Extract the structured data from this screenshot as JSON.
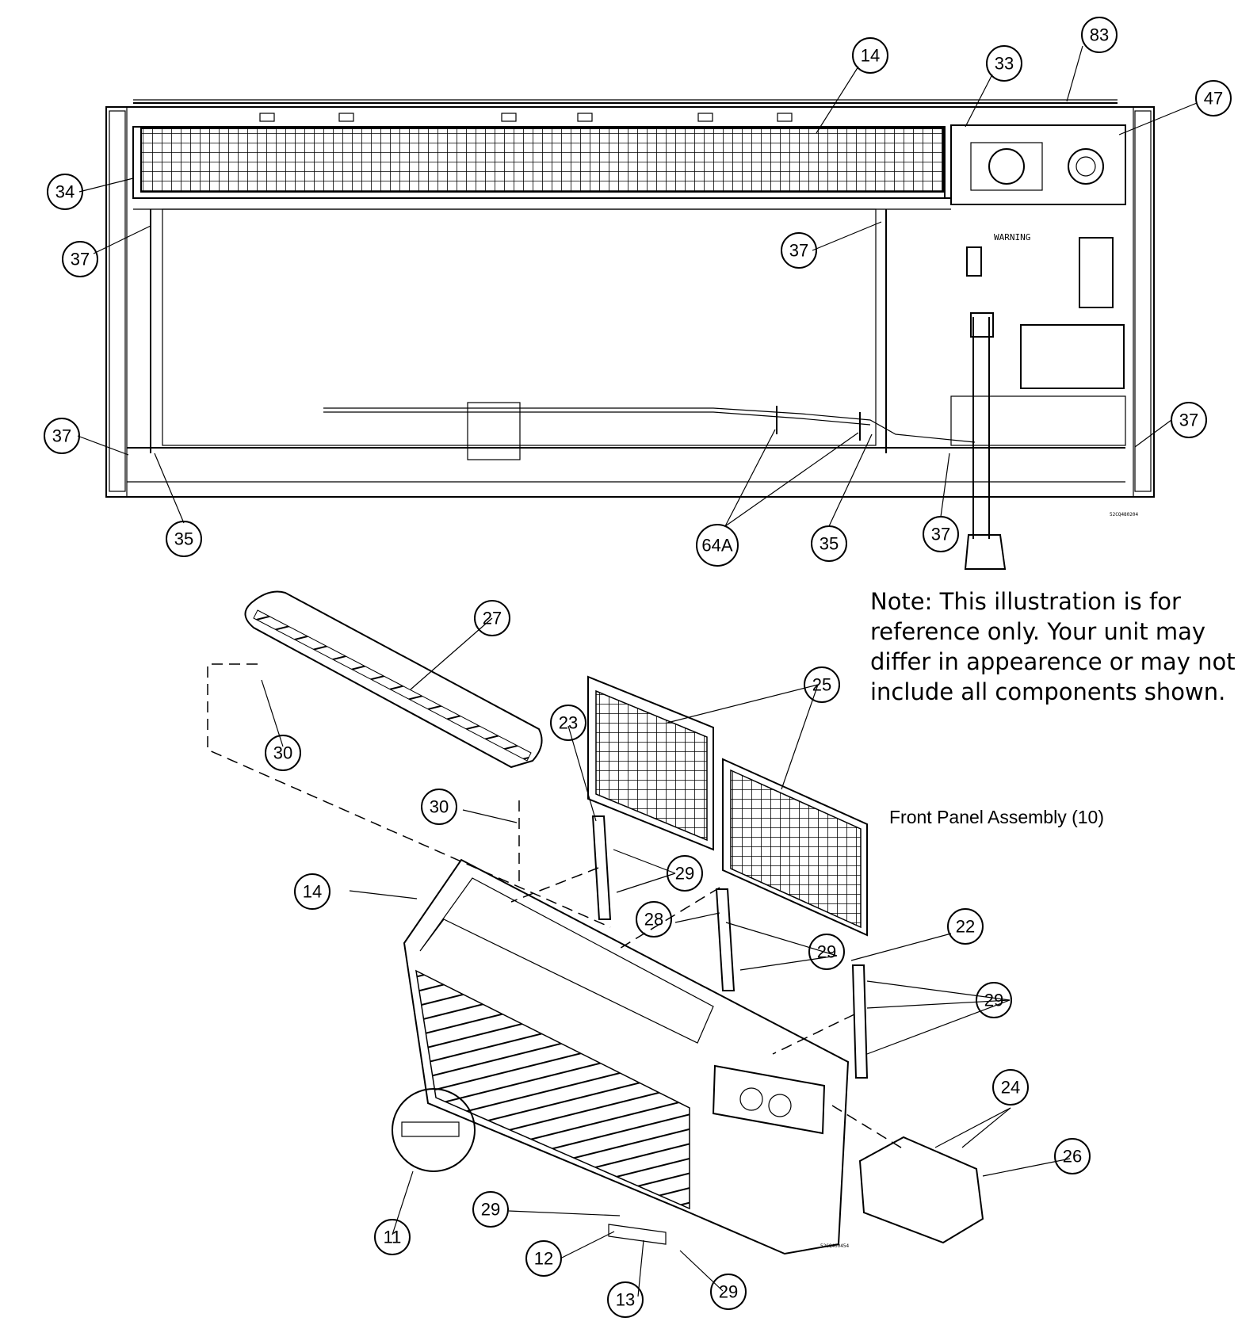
{
  "note": "Note: This illustration is for reference only. Your unit may differ in appearence or may not include all components shown.",
  "assembly_label": "Front Panel Assembly (10)",
  "warning_label": "WARNING",
  "drawing_codes": {
    "top": "52CQ480204",
    "bottom": "52CQ400454"
  },
  "callouts": {
    "c83": "83",
    "c14a": "14",
    "c33": "33",
    "c47": "47",
    "c34": "34",
    "c37a": "37",
    "c37b": "37",
    "c37c": "37",
    "c37d": "37",
    "c37e": "37",
    "c35a": "35",
    "c35b": "35",
    "c64a": "64A",
    "c27": "27",
    "c25": "25",
    "c23": "23",
    "c30a": "30",
    "c30b": "30",
    "c29a": "29",
    "c29b": "29",
    "c29c": "29",
    "c29d": "29",
    "c29e": "29",
    "c28": "28",
    "c14b": "14",
    "c22": "22",
    "c24": "24",
    "c26": "26",
    "c11": "11",
    "c12": "12",
    "c13": "13"
  }
}
